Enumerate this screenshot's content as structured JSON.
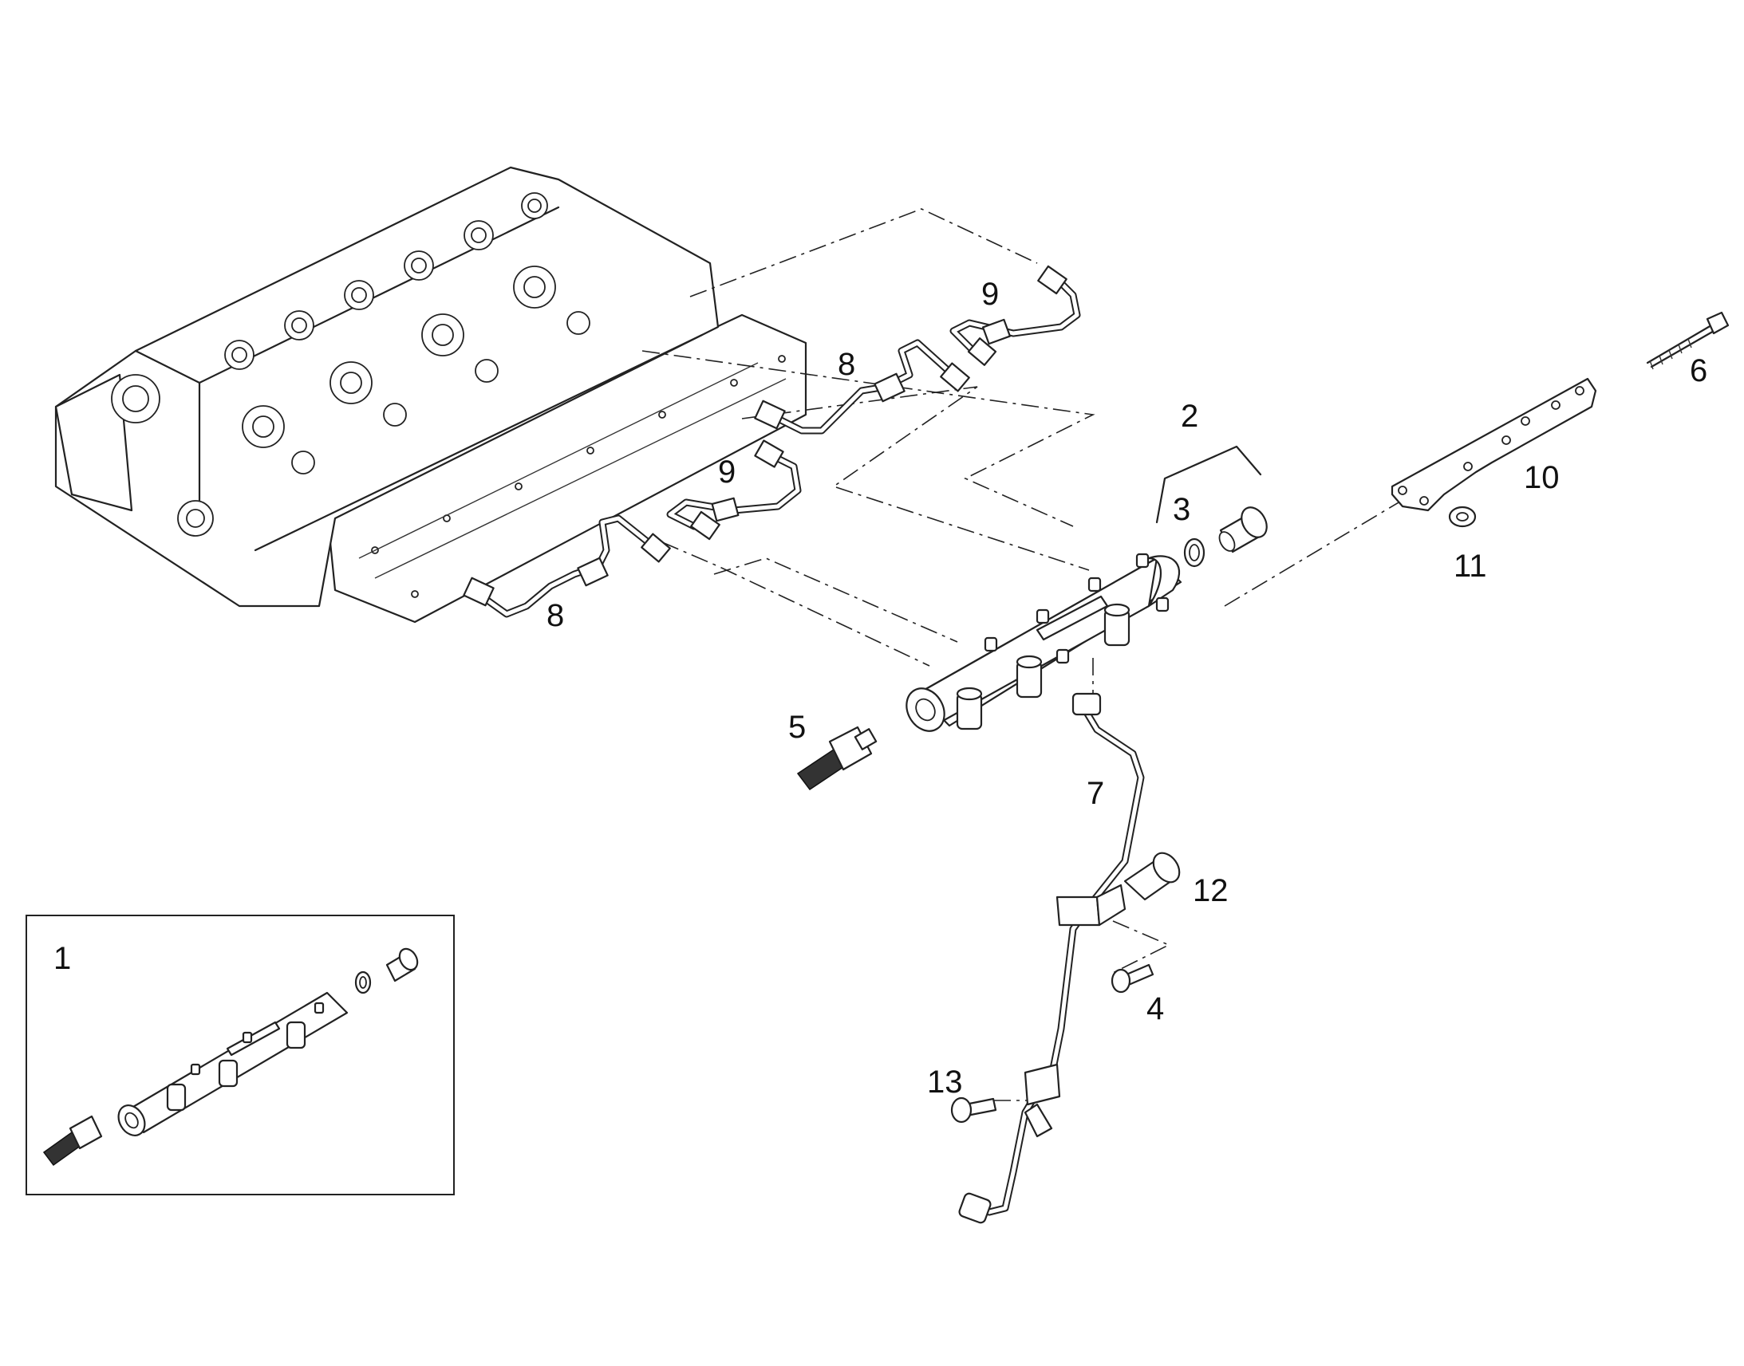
{
  "labels": {
    "p1": "1",
    "p2": "2",
    "p3": "3",
    "p4": "4",
    "p5": "5",
    "p6": "6",
    "p7": "7",
    "p8a": "8",
    "p8b": "8",
    "p9a": "9",
    "p9b": "9",
    "p10": "10",
    "p11": "11",
    "p12": "12",
    "p13": "13"
  }
}
